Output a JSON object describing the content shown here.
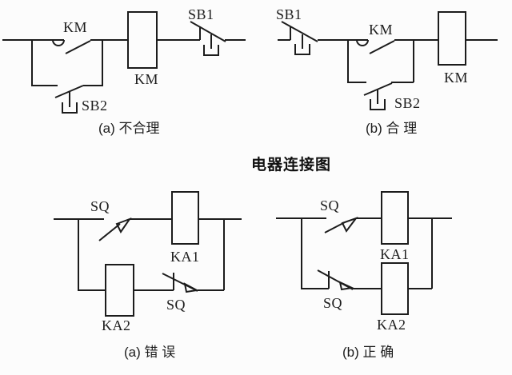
{
  "figure": {
    "title": "电器连接图"
  },
  "circuits": {
    "top_left": {
      "caption": "(a) 不合理",
      "labels": {
        "km_contact": "KM",
        "km_coil": "KM",
        "sb1": "SB1",
        "sb2": "SB2"
      }
    },
    "top_right": {
      "caption": "(b) 合 理",
      "labels": {
        "sb1": "SB1",
        "km_contact": "KM",
        "km_coil": "KM",
        "sb2": "SB2"
      }
    },
    "bottom_left": {
      "caption": "(a) 错 误",
      "labels": {
        "sq_top": "SQ",
        "ka1_coil": "KA1",
        "ka2_coil": "KA2",
        "sq_bottom": "SQ"
      }
    },
    "bottom_right": {
      "caption": "(b) 正 确",
      "labels": {
        "sq_top": "SQ",
        "ka1_coil": "KA1",
        "sq_bottom": "SQ",
        "ka2_coil": "KA2"
      }
    }
  },
  "colors": {
    "line": "#1c1c1c",
    "background": "#fcfcfc"
  }
}
